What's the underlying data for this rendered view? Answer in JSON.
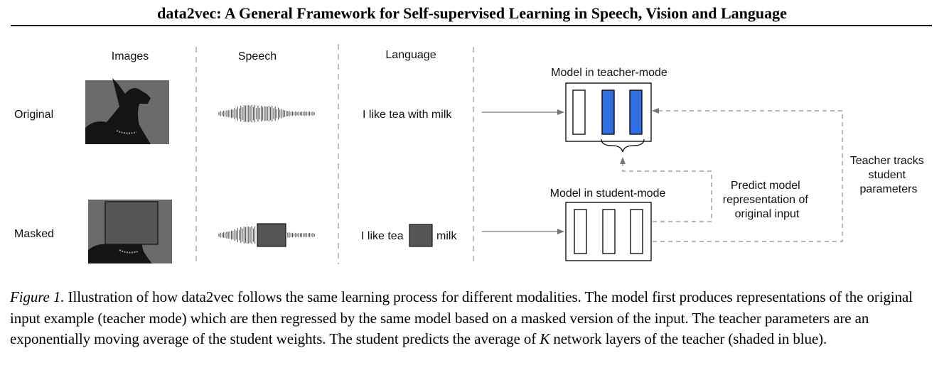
{
  "paper": {
    "title": "data2vec: A General Framework for Self-supervised Learning in Speech, Vision and Language"
  },
  "figure": {
    "columns": {
      "images": "Images",
      "speech": "Speech",
      "language": "Language"
    },
    "rows": {
      "original": "Original",
      "masked": "Masked"
    },
    "language_original": "I like tea with milk",
    "language_masked_before": "I like tea",
    "language_masked_after": "milk",
    "teacher_label": "Model in teacher-mode",
    "student_label": "Model in student-mode",
    "predict_label": [
      "Predict model",
      "representation of",
      "original input"
    ],
    "tracks_label": [
      "Teacher tracks",
      "student",
      "parameters"
    ],
    "colors": {
      "teacher_layer_shaded": "#2f6fe0",
      "mask_fill": "#555555",
      "image_bg": "#6b6b6d",
      "dashed": "#8a8a8a"
    }
  },
  "caption": {
    "label": "Figure 1.",
    "text_a": " Illustration of how data2vec follows the same learning process for different modalities. The model first produces representations of the original input example (teacher mode) which are then regressed by the same model based on a masked version of the input. The teacher parameters are an exponentially moving average of the student weights. The student predicts the average of ",
    "var": "K",
    "text_b": " network layers of the teacher (shaded in blue)."
  }
}
